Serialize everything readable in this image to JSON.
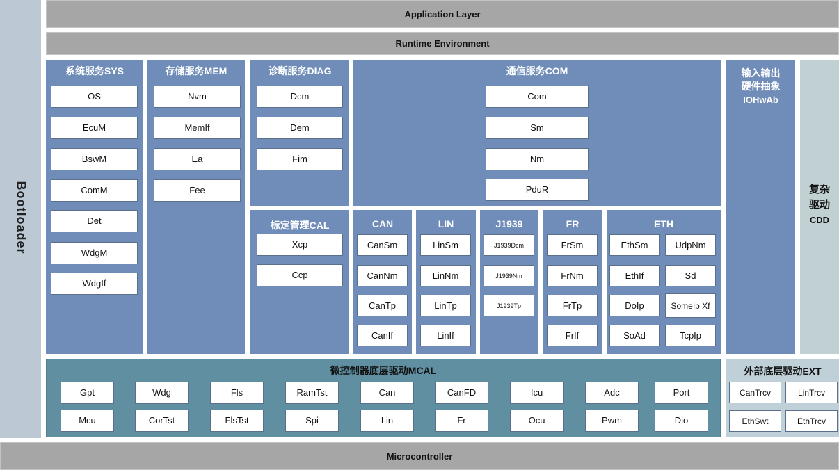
{
  "layers": {
    "application": "Application Layer",
    "runtime": "Runtime Environment",
    "bootloader": "Bootloader",
    "microcontroller": "Microcontroller"
  },
  "sys": {
    "title": "系统服务SYS",
    "items": [
      "OS",
      "EcuM",
      "BswM",
      "ComM",
      "Det",
      "WdgM",
      "WdgIf"
    ]
  },
  "mem": {
    "title": "存储服务MEM",
    "items": [
      "Nvm",
      "MemIf",
      "Ea",
      "Fee"
    ]
  },
  "diag": {
    "title": "诊断服务DIAG",
    "items": [
      "Dcm",
      "Dem",
      "Fim"
    ]
  },
  "cal": {
    "title": "标定管理CAL",
    "items": [
      "Xcp",
      "Ccp"
    ]
  },
  "com": {
    "title": "通信服务COM",
    "items": [
      "Com",
      "Sm",
      "Nm",
      "PduR"
    ]
  },
  "can": {
    "title": "CAN",
    "items": [
      "CanSm",
      "CanNm",
      "CanTp",
      "CanIf"
    ]
  },
  "lin": {
    "title": "LIN",
    "items": [
      "LinSm",
      "LinNm",
      "LinTp",
      "LinIf"
    ]
  },
  "j1939": {
    "title": "J1939",
    "items": [
      "J1939Dcm",
      "J1939Nm",
      "J1939Tp"
    ]
  },
  "fr": {
    "title": "FR",
    "items": [
      "FrSm",
      "FrNm",
      "FrTp",
      "FrIf"
    ]
  },
  "eth": {
    "title": "ETH",
    "items": [
      "EthSm",
      "UdpNm",
      "EthIf",
      "Sd",
      "DoIp",
      "SomeIp Xf",
      "SoAd",
      "TcpIp"
    ]
  },
  "iohwab": {
    "line1": "输入输出",
    "line2": "硬件抽象",
    "line3": "IOHwAb"
  },
  "cdd": {
    "line1": "复杂",
    "line2": "驱动",
    "line3": "CDD"
  },
  "mcal": {
    "title": "微控制器底层驱动MCAL",
    "row1": [
      "Gpt",
      "Wdg",
      "Fls",
      "RamTst",
      "Can",
      "CanFD",
      "Icu",
      "Adc",
      "Port"
    ],
    "row2": [
      "Mcu",
      "CorTst",
      "FlsTst",
      "Spi",
      "Lin",
      "Fr",
      "Ocu",
      "Pwm",
      "Dio"
    ]
  },
  "ext": {
    "title": "外部底层驱动EXT",
    "items": [
      "CanTrcv",
      "LinTrcv",
      "EthSwt",
      "EthTrcv"
    ]
  },
  "colors": {
    "panel": "#6f8db8",
    "mcal": "#5f8fa0",
    "gray": "#a6a6a6",
    "boot": "#bcc8d4"
  }
}
